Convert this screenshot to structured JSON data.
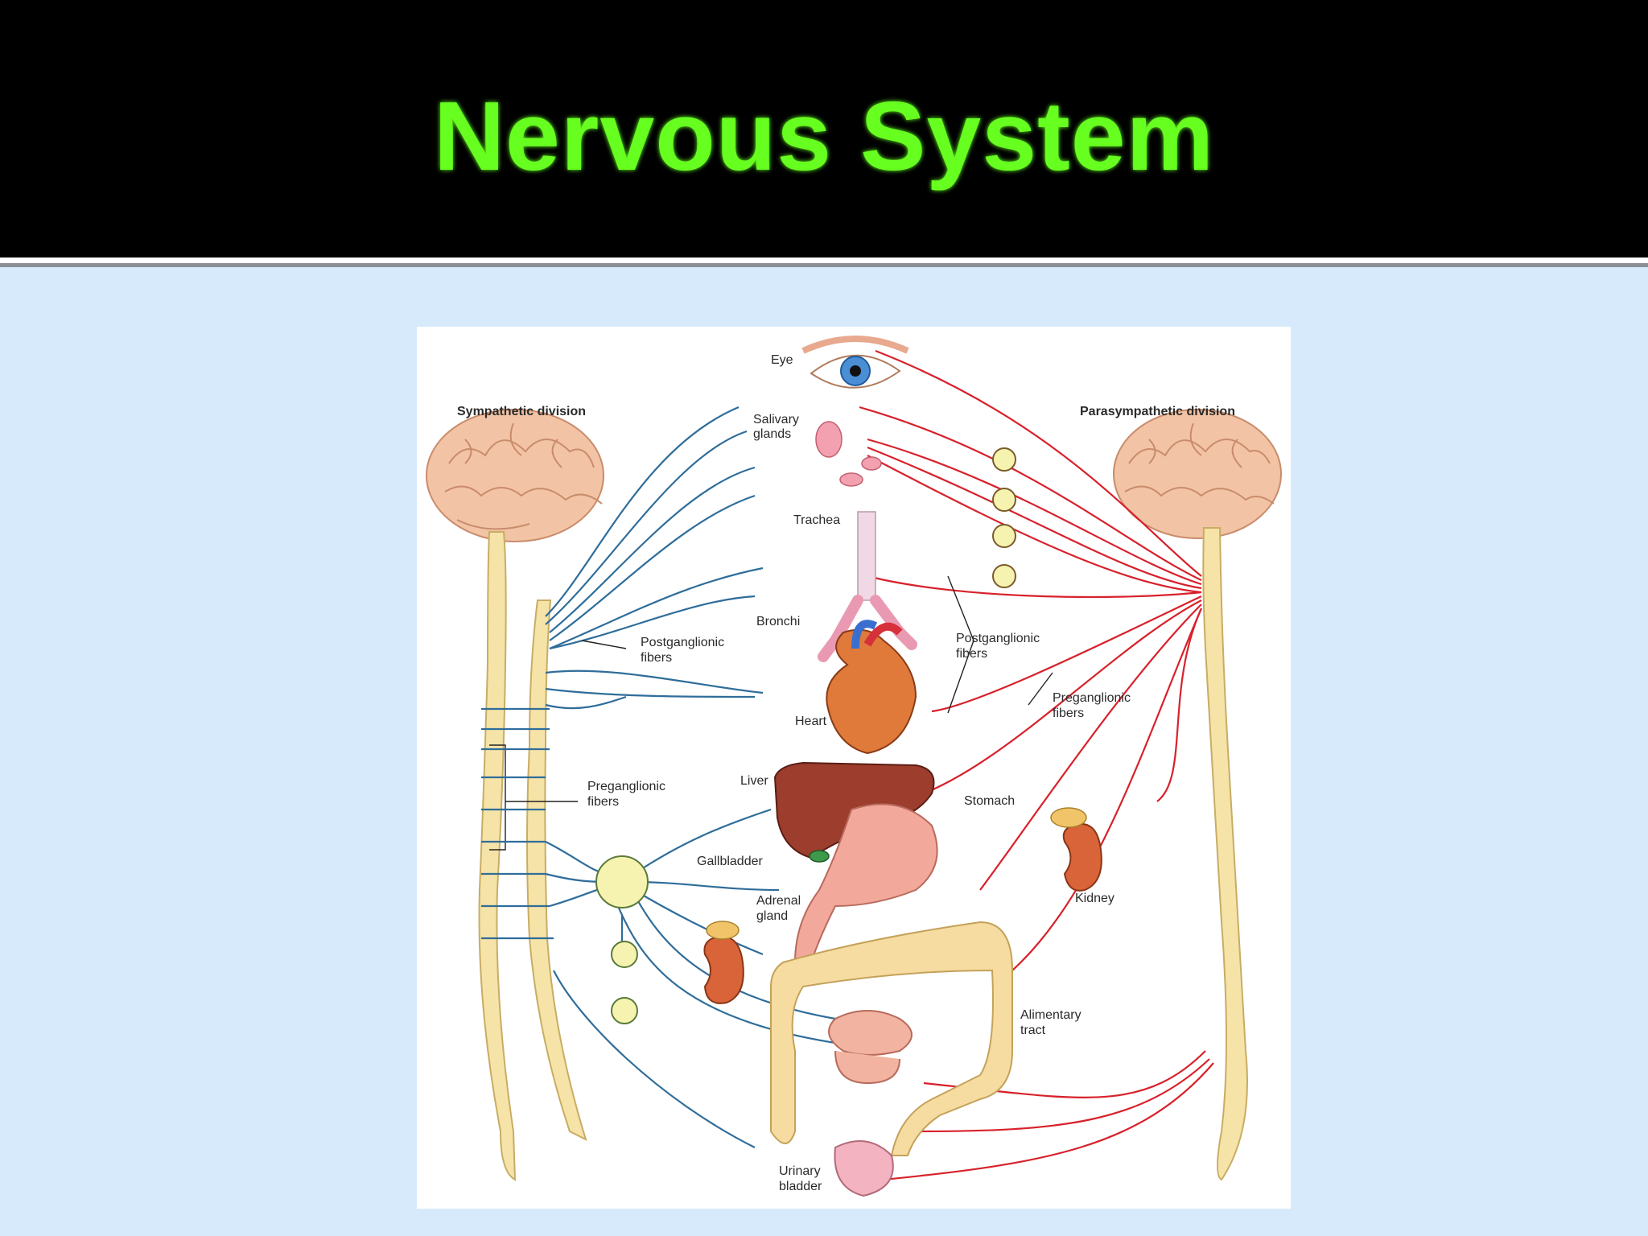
{
  "slide": {
    "title": "Nervous System",
    "colors": {
      "header_background": "#000000",
      "title_color": "#66ff1f",
      "slide_background": "#d7eafc",
      "sympathetic_fiber": "#2f6d9a",
      "parasympathetic_fiber": "#d8212b"
    }
  },
  "diagram": {
    "divisions": {
      "sympathetic": "Sympathetic division",
      "parasympathetic": "Parasympathetic division"
    },
    "organs": {
      "eye": "Eye",
      "salivary_1": "Salivary",
      "salivary_2": "glands",
      "trachea": "Trachea",
      "bronchi": "Bronchi",
      "heart": "Heart",
      "liver": "Liver",
      "gallbladder": "Gallbladder",
      "adrenal_1": "Adrenal",
      "adrenal_2": "gland",
      "stomach": "Stomach",
      "kidney": "Kidney",
      "alimentary_1": "Alimentary",
      "alimentary_2": "tract",
      "bladder_1": "Urinary",
      "bladder_2": "bladder"
    },
    "fibers": {
      "post_left_1": "Postganglionic",
      "post_left_2": "fibers",
      "pre_left_1": "Preganglionic",
      "pre_left_2": "fibers",
      "post_right_1": "Postganglionic",
      "post_right_2": "fibers",
      "pre_right_1": "Preganglionic",
      "pre_right_2": "fibers"
    }
  }
}
